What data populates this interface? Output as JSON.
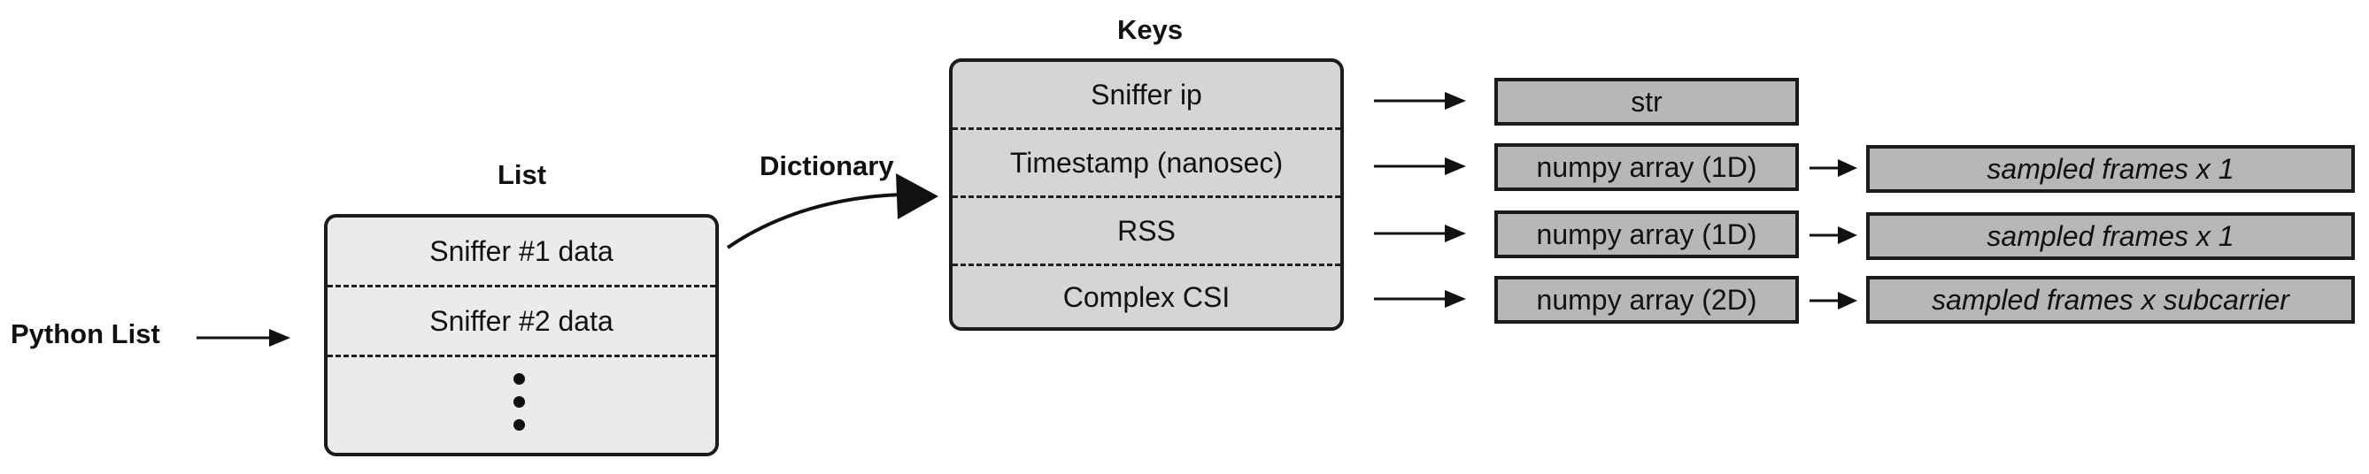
{
  "labels": {
    "python_list": "Python List",
    "list": "List",
    "dictionary": "Dictionary",
    "keys": "Keys"
  },
  "list_rows": [
    "Sniffer #1 data",
    "Sniffer #2 data"
  ],
  "keys": [
    "Sniffer ip",
    "Timestamp (nanosec)",
    "RSS",
    "Complex CSI"
  ],
  "types": [
    "str",
    "numpy array (1D)",
    "numpy array (1D)",
    "numpy array (2D)"
  ],
  "shapes": [
    "sampled frames x 1",
    "sampled frames x 1",
    "sampled frames x subcarrier"
  ],
  "colors": {
    "list_fill": "#ebebeb",
    "keys_fill": "#d5d5d7",
    "value_fill": "#b7b7b7",
    "stroke": "#1b1b1b"
  }
}
